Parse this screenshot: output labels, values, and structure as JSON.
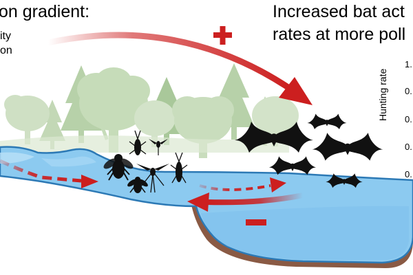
{
  "left_panel": {
    "title": "on gradient:",
    "line1": "ity",
    "line2": "on"
  },
  "right_panel": {
    "line1": "Increased bat act",
    "line2": "rates at more poll"
  },
  "symbols": {
    "plus": "+",
    "minus": "−"
  },
  "axis": {
    "ylabel": "Hunting rate",
    "ticks": [
      "1.",
      "0.",
      "0.",
      "0.",
      "0."
    ]
  },
  "colors": {
    "arrow_red": "#cc1f1f",
    "water": "#8ccaf0",
    "water_edge": "#2c79b5",
    "bank": "#8a5a44",
    "tree_light": "#cfe0c4",
    "tree_mid": "#a9c89a",
    "tree_dark": "#8fb884",
    "silhouette": "#111111"
  },
  "icons": [
    "bat-icon",
    "fly-icon",
    "mosquito-icon",
    "mayfly-icon",
    "tree-icon"
  ]
}
